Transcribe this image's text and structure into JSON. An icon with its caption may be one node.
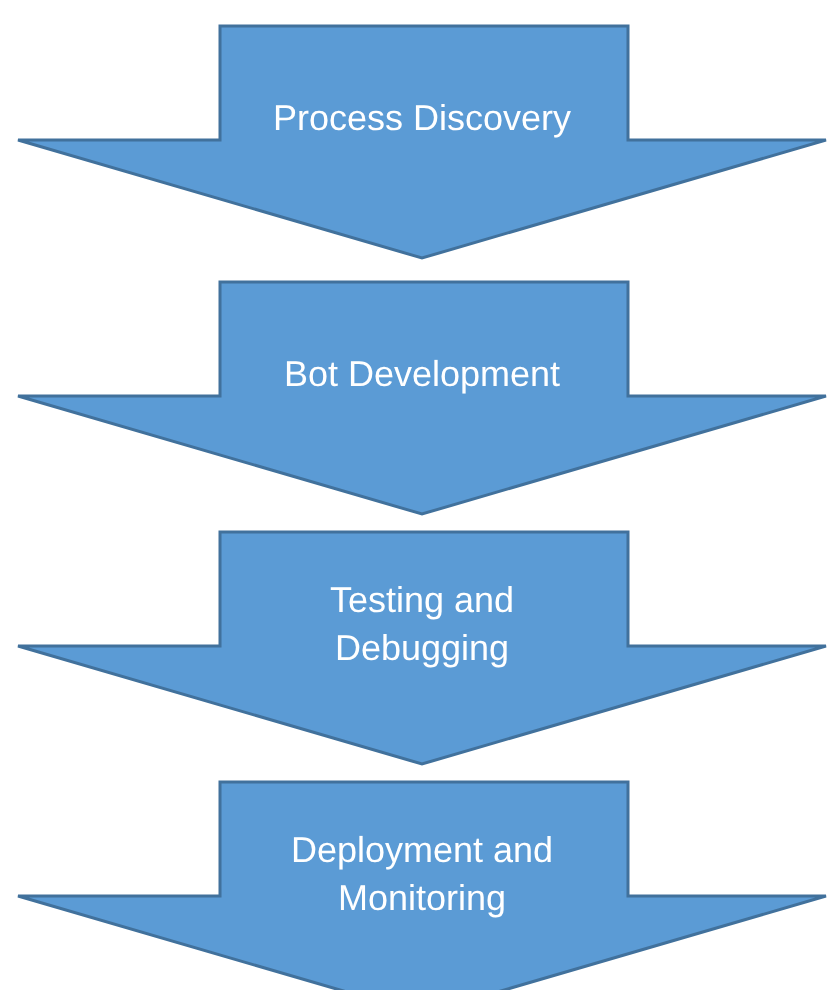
{
  "diagram": {
    "nodes": [
      {
        "text": [
          "Process Discovery"
        ]
      },
      {
        "text": [
          "Bot Development"
        ]
      },
      {
        "text": [
          "Testing and Debugging"
        ]
      },
      {
        "text": [
          "Deployment and Monitoring"
        ]
      }
    ]
  }
}
